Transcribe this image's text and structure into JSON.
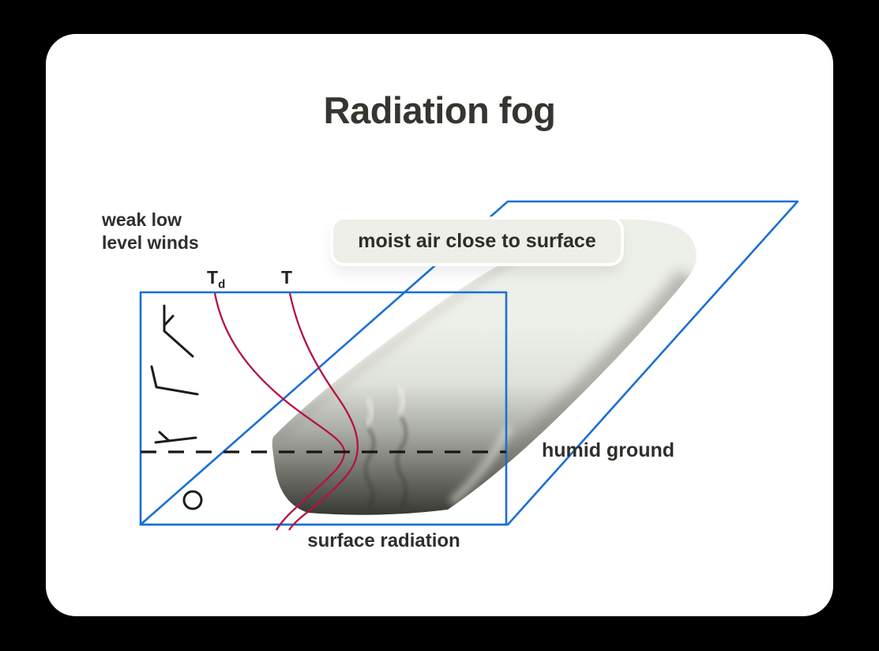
{
  "title": "Radiation fog",
  "diagram": {
    "wind_label": {
      "line1": "weak low",
      "line2": "level winds"
    },
    "profile": {
      "dewpoint_symbol": "T",
      "dewpoint_subscript": "d",
      "temperature_symbol": "T"
    },
    "callout": "moist air close to surface",
    "ground_label": "humid ground",
    "radiation_label": "surface radiation"
  },
  "colors": {
    "page_background": "#000000",
    "card_background": "#ffffff",
    "outline_blue": "#1b6fd4",
    "curve_red": "#b51240",
    "ink_black": "#1c1c1a",
    "title_text": "#34362f",
    "label_text": "#2e302b",
    "callout_background": "#edefe8",
    "fog_light": "#edefe9",
    "fog_dark": "#3d3e38"
  },
  "icons": [
    "wind-barb-icon",
    "wind-barb-icon",
    "wind-barb-icon",
    "calm-wind-icon"
  ]
}
